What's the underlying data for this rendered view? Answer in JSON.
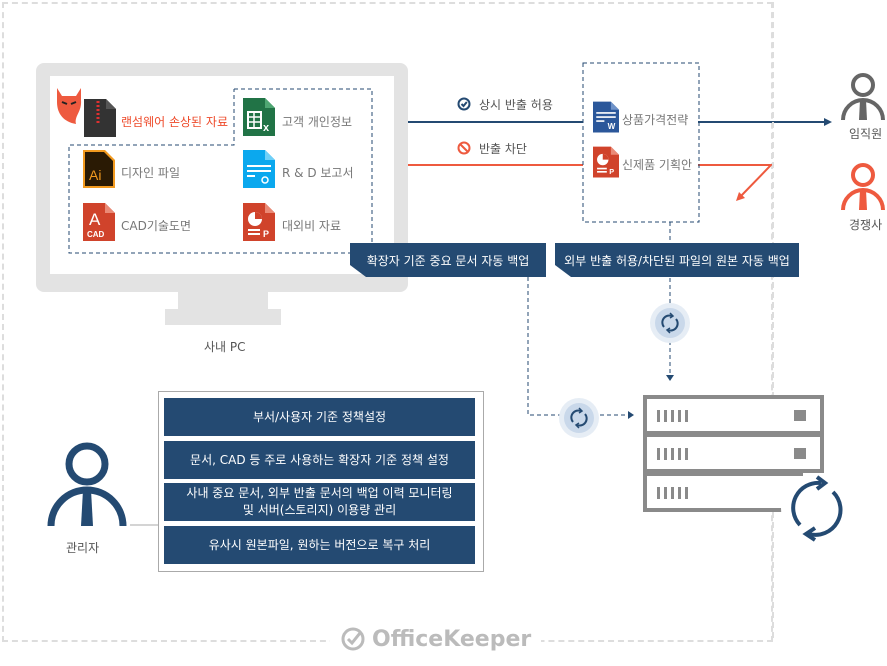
{
  "pc": {
    "label": "사내 PC",
    "files": [
      {
        "name": "랜섬웨어 손상된 자료",
        "icon": "zip-file-icon"
      },
      {
        "name": "고객 개인정보",
        "icon": "excel-file-icon"
      },
      {
        "name": "디자인 파일",
        "icon": "illustrator-file-icon"
      },
      {
        "name": "R & D 보고서",
        "icon": "document-file-icon"
      },
      {
        "name": "CAD기술도면",
        "icon": "cad-file-icon"
      },
      {
        "name": "대외비 자료",
        "icon": "powerpoint-file-icon"
      }
    ]
  },
  "flows": {
    "allow": "상시 반출 허용",
    "block": "반출 차단"
  },
  "outbound": {
    "files": [
      "상품가격전략",
      "신제품 기획안"
    ]
  },
  "recipients": {
    "employee": "임직원",
    "competitor": "경쟁사"
  },
  "banners": {
    "extension_backup": "확장자 기준 중요 문서 자동 백업",
    "outbound_backup": "외부 반출 허용/차단된 파일의 원본 자동 백업"
  },
  "admin": {
    "label": "관리자",
    "features": [
      "부서/사용자 기준 정책설정",
      "문서, CAD 등 주로 사용하는 확장자 기준 정책 설정",
      "사내 중요 문서, 외부 반출 문서의 백업 이력 모니터링 및 서버(스토리지) 이용량 관리",
      "유사시 원본파일, 원하는 버전으로 복구 처리"
    ]
  },
  "brand": {
    "name": "OfficeKeeper"
  },
  "colors": {
    "navy": "#244a72",
    "orange": "#ee5a3f",
    "gray": "#8a8a8a"
  }
}
